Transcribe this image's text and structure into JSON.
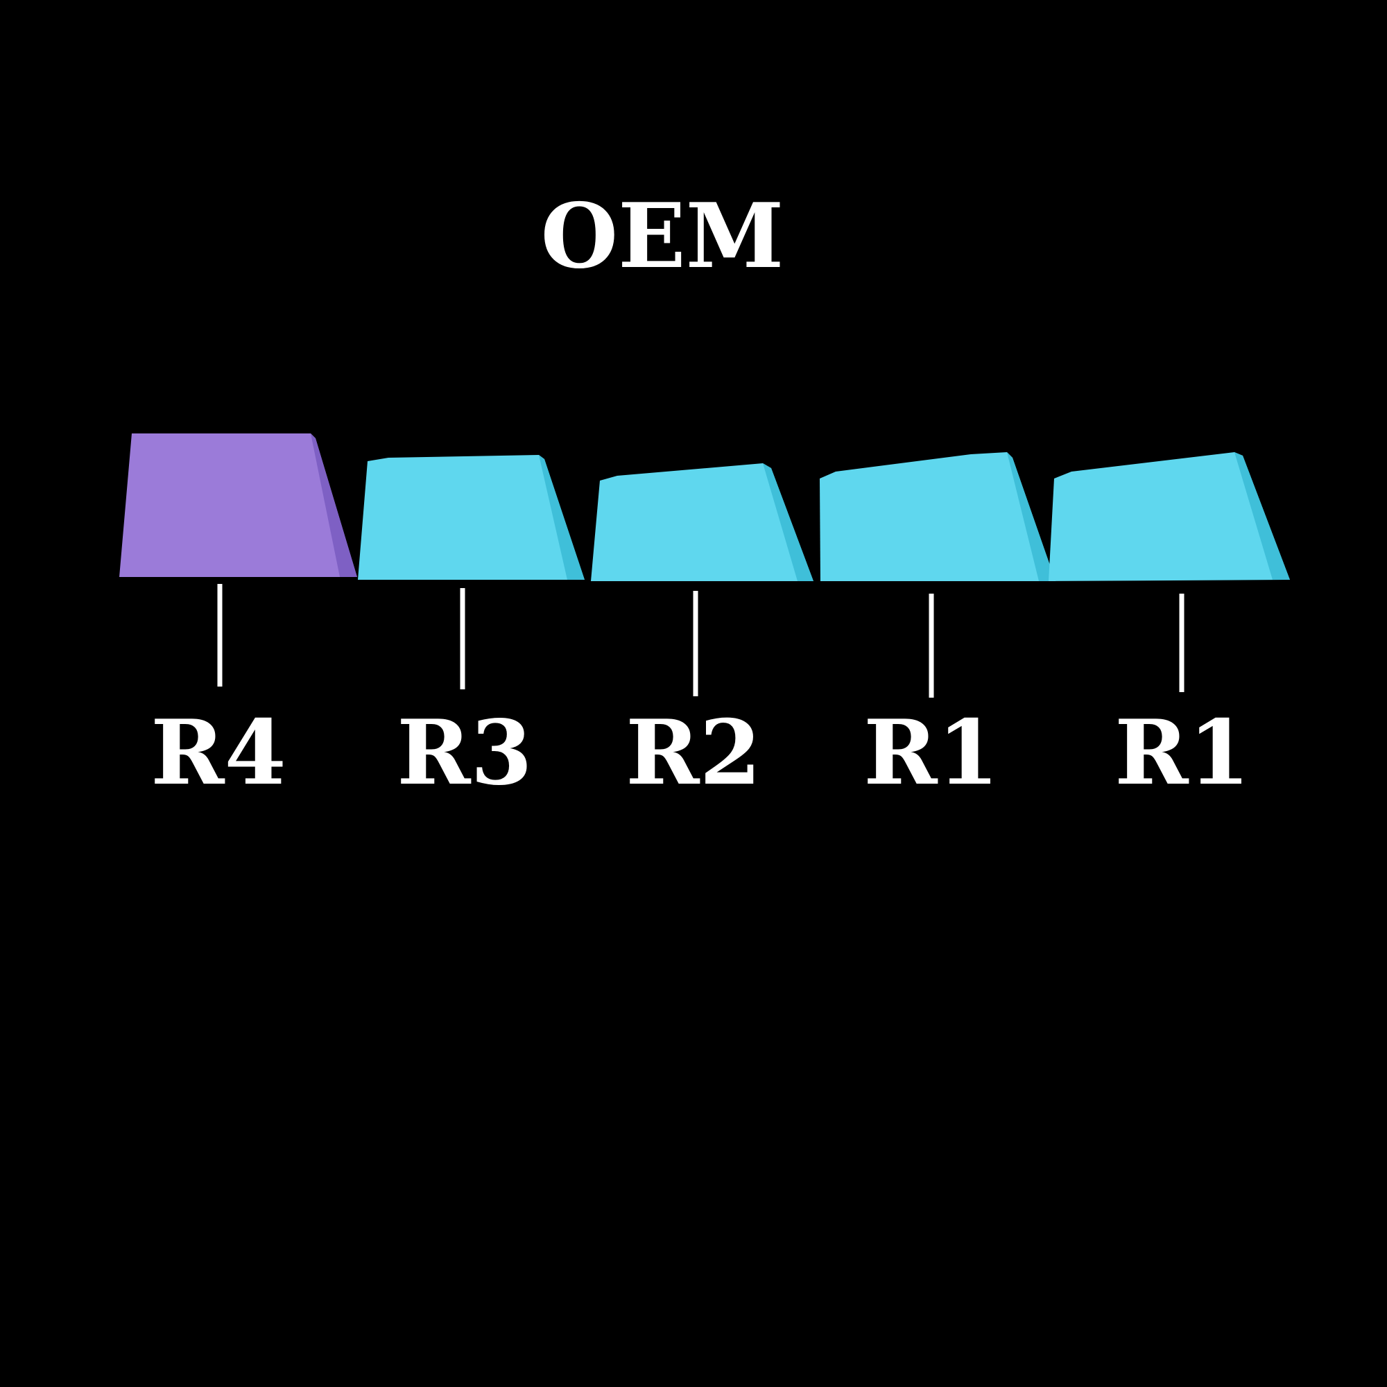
{
  "title": "OEM",
  "colors": {
    "background": "#000000",
    "text": "#ffffff",
    "connector": "#ffffff",
    "key_purple_top": "#9b7bd9",
    "key_purple_side": "#7e60c4",
    "key_cyan_top": "#5fd7ee",
    "key_cyan_side": "#3fbfd9"
  },
  "keycaps": [
    {
      "row": "R4",
      "color": "purple"
    },
    {
      "row": "R3",
      "color": "cyan"
    },
    {
      "row": "R2",
      "color": "cyan"
    },
    {
      "row": "R1",
      "color": "cyan"
    },
    {
      "row": "R1",
      "color": "cyan"
    }
  ]
}
